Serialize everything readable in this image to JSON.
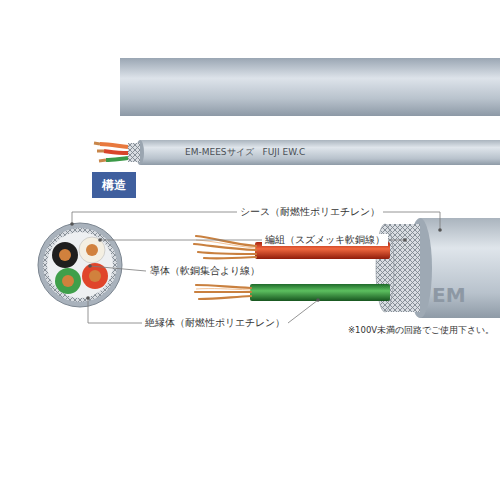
{
  "diagram": {
    "nodes": [
      {
        "text": [
          "構造"
        ]
      }
    ],
    "edges": [],
    "labels": [
      "EM-MEESサイズ　FUJI EW.C",
      "シース（耐燃性ポリエチレン）",
      "編組（スズメッキ軟銅線）",
      "導体（軟銅集合より線）",
      "絶縁体（耐燃性ポリエチレン）",
      "EM",
      "※100V未満の回路でご使用下さい。"
    ]
  }
}
